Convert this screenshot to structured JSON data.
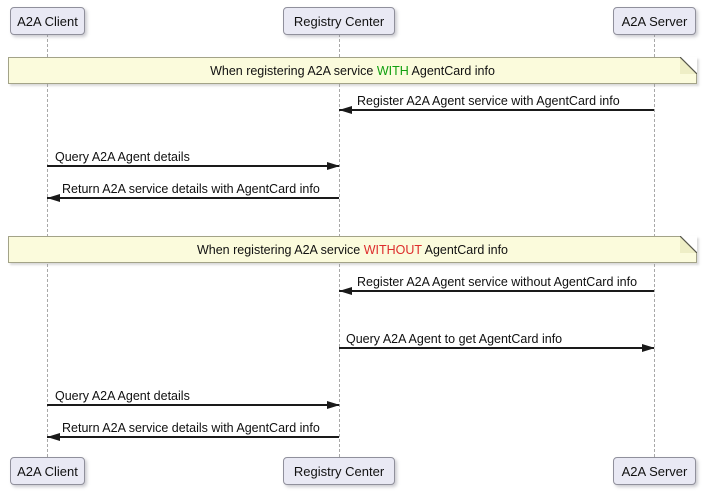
{
  "diagram": {
    "type": "sequence",
    "participants": [
      {
        "label": "A2A Client"
      },
      {
        "label": "Registry Center"
      },
      {
        "label": "A2A Server"
      }
    ],
    "notes": [
      {
        "prefix": "When registering A2A service ",
        "keyword": "WITH",
        "suffix": " AgentCard info",
        "keyword_color": "#10a010"
      },
      {
        "prefix": "When registering A2A service ",
        "keyword": "WITHOUT",
        "suffix": " AgentCard info",
        "keyword_color": "#dd2c2c"
      }
    ],
    "messages": [
      {
        "from": "A2A Server",
        "to": "Registry Center",
        "label": "Register A2A Agent service with AgentCard info"
      },
      {
        "from": "A2A Client",
        "to": "Registry Center",
        "label": "Query A2A Agent details"
      },
      {
        "from": "Registry Center",
        "to": "A2A Client",
        "label": "Return A2A service details with AgentCard info"
      },
      {
        "from": "A2A Server",
        "to": "Registry Center",
        "label": "Register A2A Agent service without AgentCard info"
      },
      {
        "from": "Registry Center",
        "to": "A2A Server",
        "label": "Query A2A Agent to get AgentCard info"
      },
      {
        "from": "A2A Client",
        "to": "Registry Center",
        "label": "Query A2A Agent details"
      },
      {
        "from": "Registry Center",
        "to": "A2A Client",
        "label": "Return A2A service details with AgentCard info"
      }
    ],
    "colors": {
      "background": "#ffffff",
      "participant_fill": "#e9e9f4",
      "participant_border": "#90909c",
      "note_fill": "#fbfbdc",
      "note_border": "#a3a388",
      "lifeline": "#a8a8a8",
      "arrow": "#1a1a1a",
      "keyword_with": "#10a010",
      "keyword_without": "#dd2c2c"
    }
  }
}
